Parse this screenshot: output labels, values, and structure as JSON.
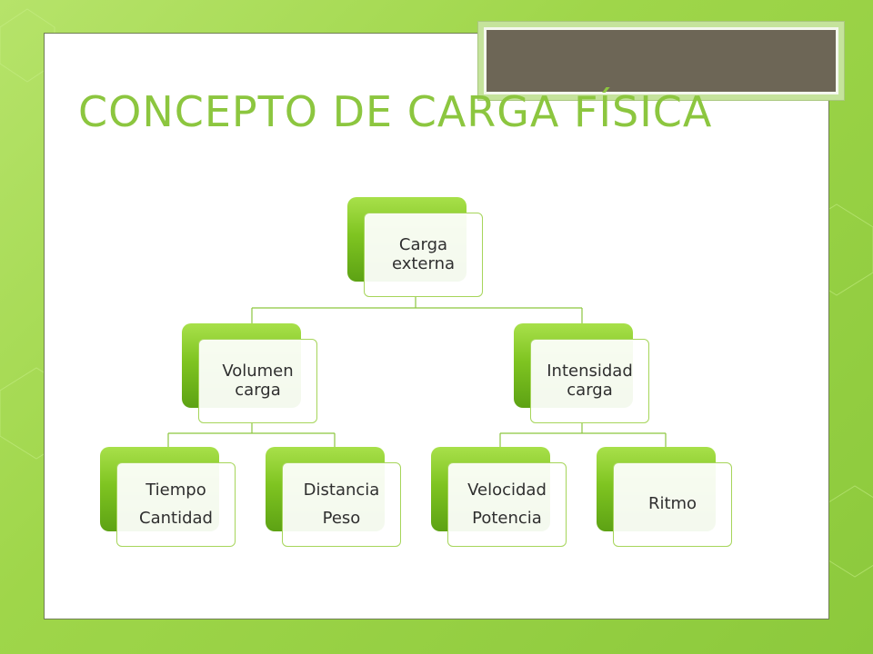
{
  "title": "CONCEPTO DE CARGA FÍSICA",
  "root": {
    "lines": [
      "Carga",
      "externa"
    ]
  },
  "level1": [
    {
      "lines": [
        "Volumen",
        "carga"
      ]
    },
    {
      "lines": [
        "Intensidad",
        "carga"
      ]
    }
  ],
  "level2": [
    {
      "items": [
        "Tiempo",
        "Cantidad"
      ]
    },
    {
      "items": [
        "Distancia",
        "Peso"
      ]
    },
    {
      "items": [
        "Velocidad",
        "Potencia"
      ]
    },
    {
      "items": [
        "Ritmo"
      ]
    }
  ],
  "colors": {
    "title": "#8cc63f",
    "node_fill_top": "#a8e04a",
    "node_fill_bottom": "#5da214",
    "connector": "#8cc63f",
    "background": "#9fd64a",
    "tab": "#6d6656"
  }
}
